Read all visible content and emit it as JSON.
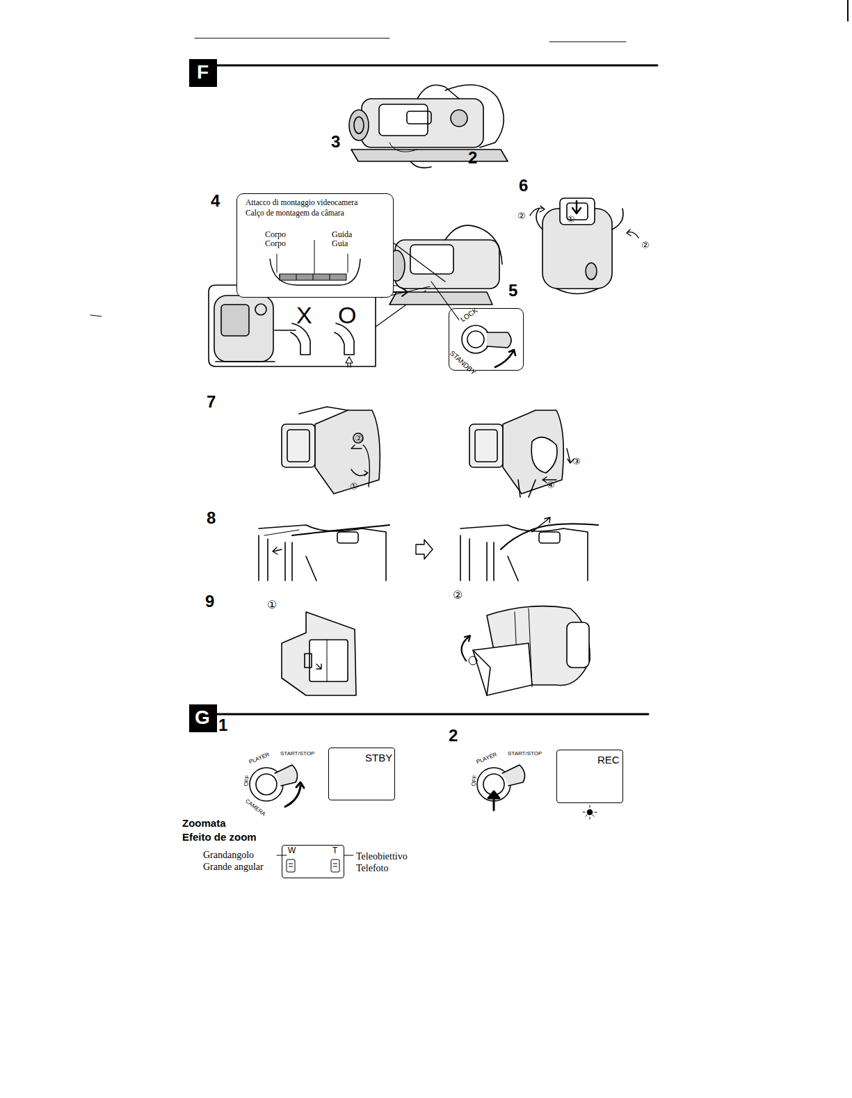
{
  "diagram": {
    "nodes": [
      {
        "text": [
          "F"
        ]
      },
      {
        "text": [
          "Attacco di montaggio videocamera",
          "Calço de montagem da câmara",
          "Corpo",
          "Corpo",
          "Guida",
          "Guia"
        ]
      },
      {
        "text": [
          "LOCK",
          "STANDBY"
        ]
      },
      {
        "text": [
          "G"
        ]
      },
      {
        "text": [
          "STBY"
        ]
      },
      {
        "text": [
          "REC"
        ]
      },
      {
        "text": [
          "W",
          "T"
        ]
      }
    ],
    "labels": [
      "3",
      "2",
      "6",
      "②",
      "①",
      "②",
      "4",
      "X",
      "O",
      "5",
      "7",
      "②",
      "①",
      "③",
      "④",
      "8",
      "9",
      "①",
      "②",
      "1",
      "PLAYER",
      "START/STOP",
      "OFF",
      "CAMERA",
      "2",
      "PLAYER",
      "START/STOP",
      "OFF",
      "Zoomata",
      "Efeito de zoom",
      "Grandangolo",
      "Grande angular",
      "Teleobiettivo",
      "Telefoto"
    ]
  }
}
